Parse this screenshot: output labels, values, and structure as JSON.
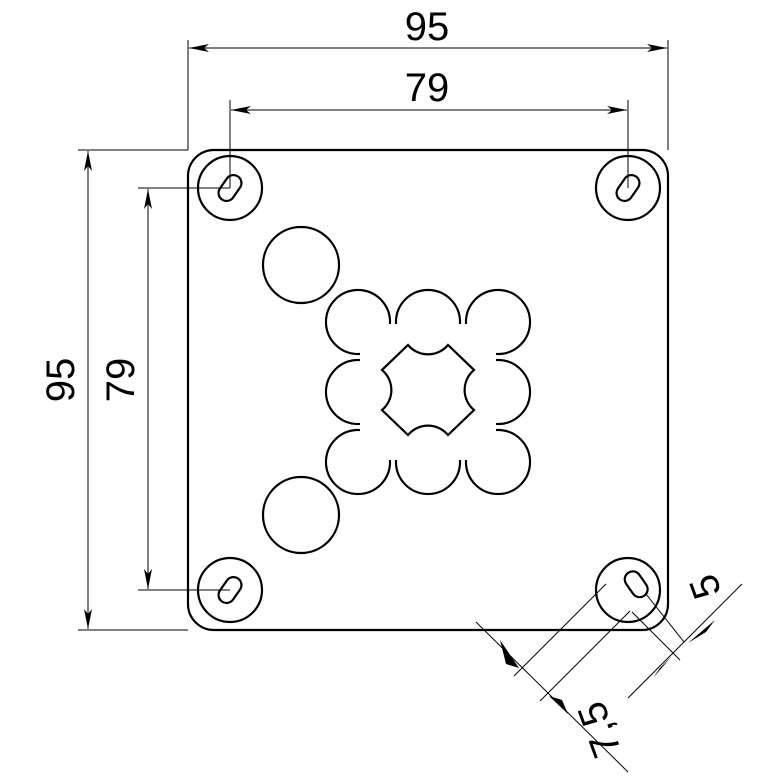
{
  "drawing": {
    "title": "Square mounting flange plate",
    "dimensions": {
      "overall_width": "95",
      "hole_spacing_horizontal": "79",
      "overall_height": "95",
      "hole_spacing_vertical": "79",
      "slot_width": "5",
      "slot_length": "7,5"
    },
    "line_color": "#000000",
    "background": "#ffffff"
  }
}
